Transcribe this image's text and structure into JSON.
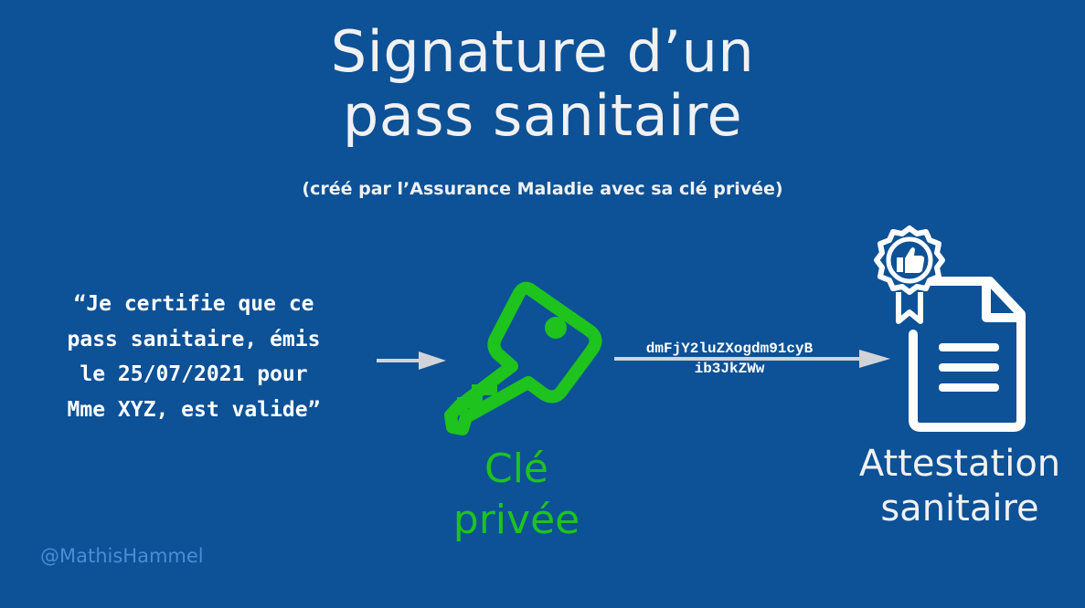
{
  "title_line1": "Signature d’un",
  "title_line2": "pass sanitaire",
  "subtitle": "(créé par l’Assurance Maladie avec sa clé privée)",
  "message": {
    "lines": [
      "“Je certifie que ce",
      "pass sanitaire, émis",
      "le 25/07/2021 pour",
      "Mme XYZ, est valide”"
    ]
  },
  "signature": {
    "line1": "dmFjY2luZXogdm91cyB",
    "line2": "ib3JkZWw"
  },
  "key": {
    "label_line1": "Clé",
    "label_line2": "privée",
    "icon": "key-icon"
  },
  "document": {
    "label_line1": "Attestation",
    "label_line2": "sanitaire",
    "icon": "document-icon",
    "badge_icon": "thumbs-up-badge-icon"
  },
  "handle": "@MathisHammel",
  "colors": {
    "background": "#0d5196",
    "key": "#1ec31e",
    "text": "#f1f1f1",
    "arrow": "#d0d4d9",
    "handle": "#4c8dd6"
  }
}
